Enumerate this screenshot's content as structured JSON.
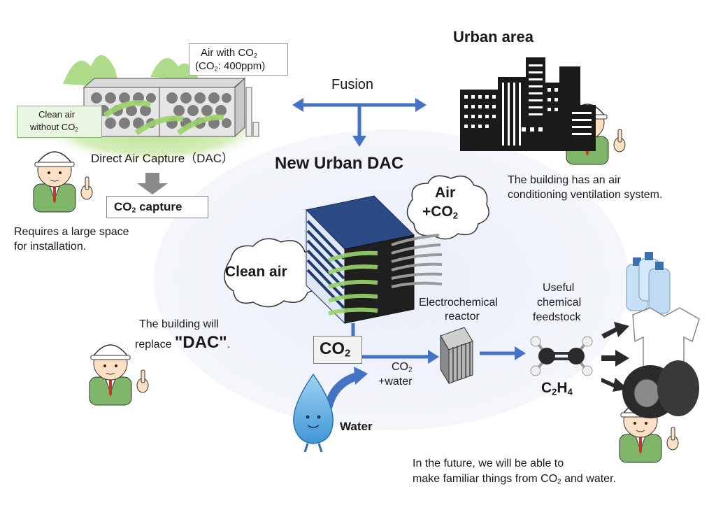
{
  "dac": {
    "air_with_co2_line1": "Air with CO",
    "air_with_co2_line1_sub": "2",
    "air_with_co2_line2_pre": "(CO",
    "air_with_co2_line2_sub": "2",
    "air_with_co2_line2_post": ": 400ppm)",
    "clean_air_line1": "Clean air",
    "clean_air_line2": "without CO",
    "clean_air_line2_sub": "2",
    "caption": "Direct Air Capture（DAC）",
    "capture_label": "CO",
    "capture_label_sub": "2",
    "capture_label_post": " capture",
    "note_line1": "Requires a large space",
    "note_line2": "for installation."
  },
  "center": {
    "fusion": "Fusion",
    "title": "New Urban DAC",
    "air_cloud_line1": "Air",
    "air_cloud_line2": "+CO",
    "air_cloud_line2_sub": "2",
    "clean_air": "Clean air",
    "co2_box": "CO",
    "co2_box_sub": "2",
    "co2_water_line1": "CO",
    "co2_water_line1_sub": "2",
    "co2_water_line2": "+water",
    "water": "Water",
    "reactor_line1": "Electrochemical",
    "reactor_line2": "reactor"
  },
  "urban": {
    "title": "Urban area",
    "note_line1": "The building has an air",
    "note_line2": "conditioning ventilation system."
  },
  "replace": {
    "line1": "The building will",
    "line2_pre": "replace ",
    "line2_emph": "\"DAC\"",
    "line2_post": "."
  },
  "products": {
    "useful_line1": "Useful",
    "useful_line2": "chemical",
    "useful_line3": "feedstock",
    "ethylene": "C",
    "ethylene_sub1": "2",
    "ethylene_h": "H",
    "ethylene_sub2": "4",
    "future_line1": "In the future, we will be able to",
    "future_line2_pre": "make familiar things from CO",
    "future_line2_sub": "2",
    "future_line2_post": " and water."
  },
  "colors": {
    "arrow_blue": "#4472c4",
    "dac_glow": "#9bd36a",
    "building_dark": "#1a1a1a",
    "module_navy": "#1f3a6e"
  }
}
